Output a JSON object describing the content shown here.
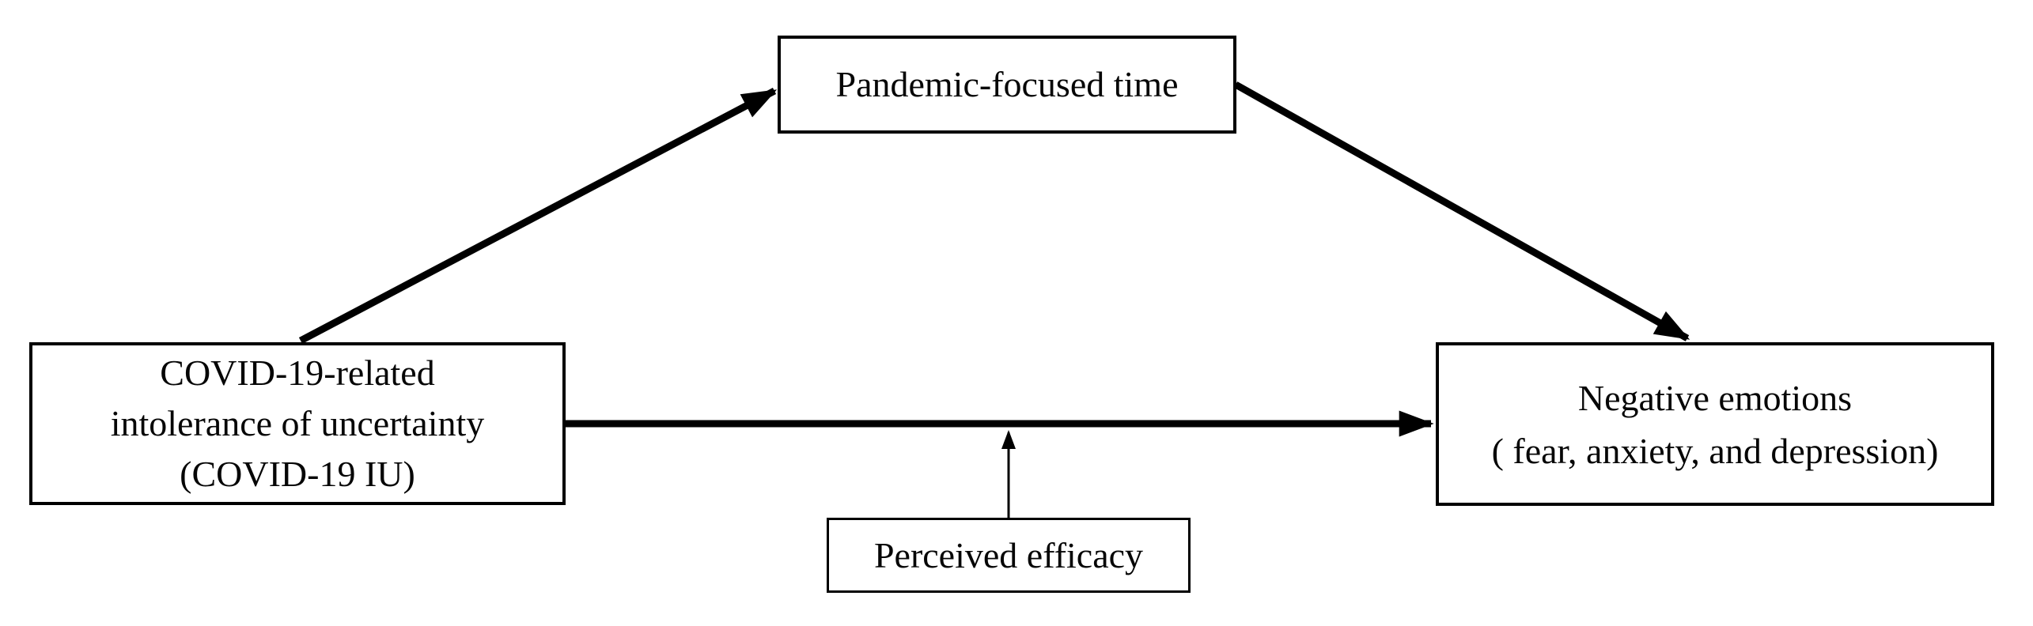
{
  "figure": {
    "kind": "mediation-moderation-model",
    "background_color": "#ffffff",
    "line_color": "#000000",
    "text_color": "#060606"
  },
  "boxes": {
    "covid_iu": {
      "lines": [
        "COVID-19-related",
        "intolerance of uncertainty",
        "(COVID-19 IU)"
      ]
    },
    "pandemic_time": {
      "label": "Pandemic-focused time"
    },
    "negative_emotions": {
      "lines": [
        "Negative emotions",
        "( fear, anxiety, and depression)"
      ]
    },
    "perceived_efficacy": {
      "label": "Perceived efficacy"
    }
  },
  "arrows": [
    {
      "id": "iu-to-pandemic-time",
      "from": "covid_iu",
      "to": "pandemic_time",
      "weight": "thick"
    },
    {
      "id": "pandemic-time-to-negative-emotions",
      "from": "pandemic_time",
      "to": "negative_emotions",
      "weight": "thick"
    },
    {
      "id": "iu-to-negative-emotions",
      "from": "covid_iu",
      "to": "negative_emotions",
      "weight": "thick"
    },
    {
      "id": "perceived-efficacy-moderation",
      "from": "perceived_efficacy",
      "to": "iu-to-negative-emotions",
      "weight": "thin"
    }
  ]
}
